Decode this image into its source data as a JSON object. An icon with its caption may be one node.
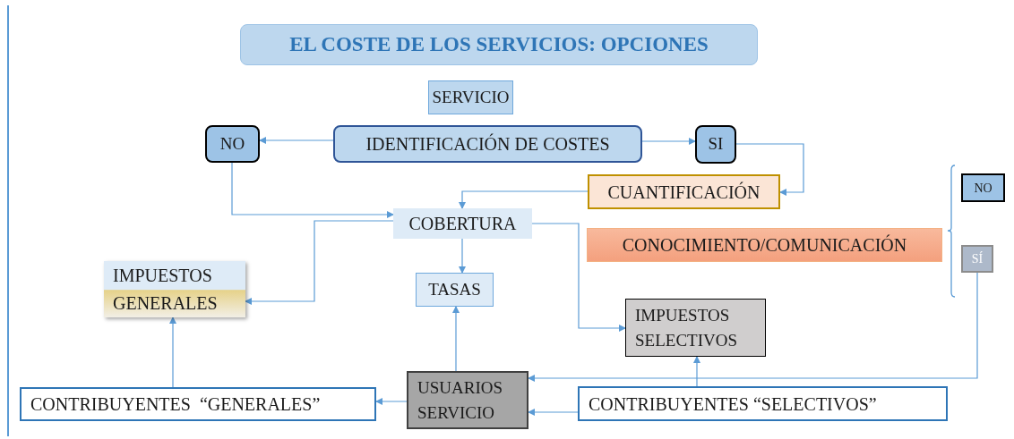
{
  "diagram": {
    "nodes": [
      {
        "text": [
          "EL COSTE DE LOS SERVICIOS: OPCIONES"
        ]
      },
      {
        "text": [
          "SERVICIO"
        ]
      },
      {
        "text": [
          "IDENTIFICACIÓN DE COSTES"
        ]
      },
      {
        "text": [
          "NO"
        ]
      },
      {
        "text": [
          "SI"
        ]
      },
      {
        "text": [
          "CUANTIFICACIÓN"
        ]
      },
      {
        "text": [
          "COBERTURA"
        ]
      },
      {
        "text": [
          "CONOCIMIENTO/COMUNICACIÓN"
        ]
      },
      {
        "text": [
          "NO"
        ]
      },
      {
        "text": [
          "SÍ"
        ]
      },
      {
        "text": [
          "IMPUESTOS GENERALES"
        ]
      },
      {
        "text": [
          "TASAS"
        ]
      },
      {
        "text": [
          "IMPUESTOS SELECTIVOS"
        ]
      },
      {
        "text": [
          "CONTRIBUYENTES  “GENERALES”"
        ]
      },
      {
        "text": [
          "USUARIOS SERVICIO"
        ]
      },
      {
        "text": [
          "CONTRIBUYENTES “SELECTIVOS”"
        ]
      }
    ],
    "edges": [
      {
        "from": 2,
        "to": 3,
        "arrow": "to"
      },
      {
        "from": 2,
        "to": 4,
        "arrow": "to"
      },
      {
        "from": 4,
        "to": 5,
        "arrow": "to"
      },
      {
        "from": 5,
        "to": 6,
        "arrow": "to"
      },
      {
        "from": 3,
        "to": 6,
        "arrow": "to"
      },
      {
        "from": 6,
        "to": 10,
        "arrow": "to"
      },
      {
        "from": 6,
        "to": 11,
        "arrow": "to"
      },
      {
        "from": 6,
        "to": 12,
        "arrow": "to"
      },
      {
        "from": 14,
        "to": 11,
        "arrow": "to"
      },
      {
        "from": 14,
        "to": 13,
        "arrow": "to"
      },
      {
        "from": 13,
        "to": 10,
        "arrow": "to"
      },
      {
        "from": 15,
        "to": 14,
        "arrow": "to"
      },
      {
        "from": 15,
        "to": 12,
        "arrow": "to"
      },
      {
        "from": 9,
        "to": 14,
        "arrow": "to"
      }
    ]
  }
}
